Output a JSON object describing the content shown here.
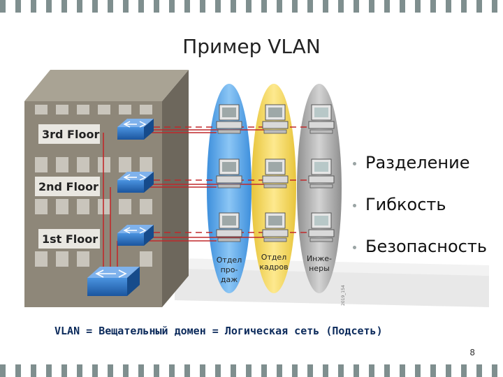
{
  "slide": {
    "title": "Пример VLAN",
    "bullets": [
      "Разделение",
      "Гибкость",
      "Безопасность"
    ],
    "footer": "VLAN = Вещательный домен = Логическая сеть (Подсеть)",
    "page_number": "8"
  },
  "diagram": {
    "floors": [
      "3rd Floor",
      "2nd Floor",
      "1st Floor"
    ],
    "departments": [
      {
        "line1": "Отдел",
        "line2": "про-",
        "line3": "даж",
        "color": "#5da8e8"
      },
      {
        "line1": "Отдел",
        "line2": "кадров",
        "line3": "",
        "color": "#f2d15a"
      },
      {
        "line1": "Инже-",
        "line2": "неры",
        "line3": "",
        "color": "#a9a9a9"
      }
    ],
    "code": "2019_154",
    "colors": {
      "building_front": "#8e8779",
      "building_side": "#6d675c",
      "switch_blue": "#2a6fc2",
      "link_red": "#c0292b"
    }
  }
}
